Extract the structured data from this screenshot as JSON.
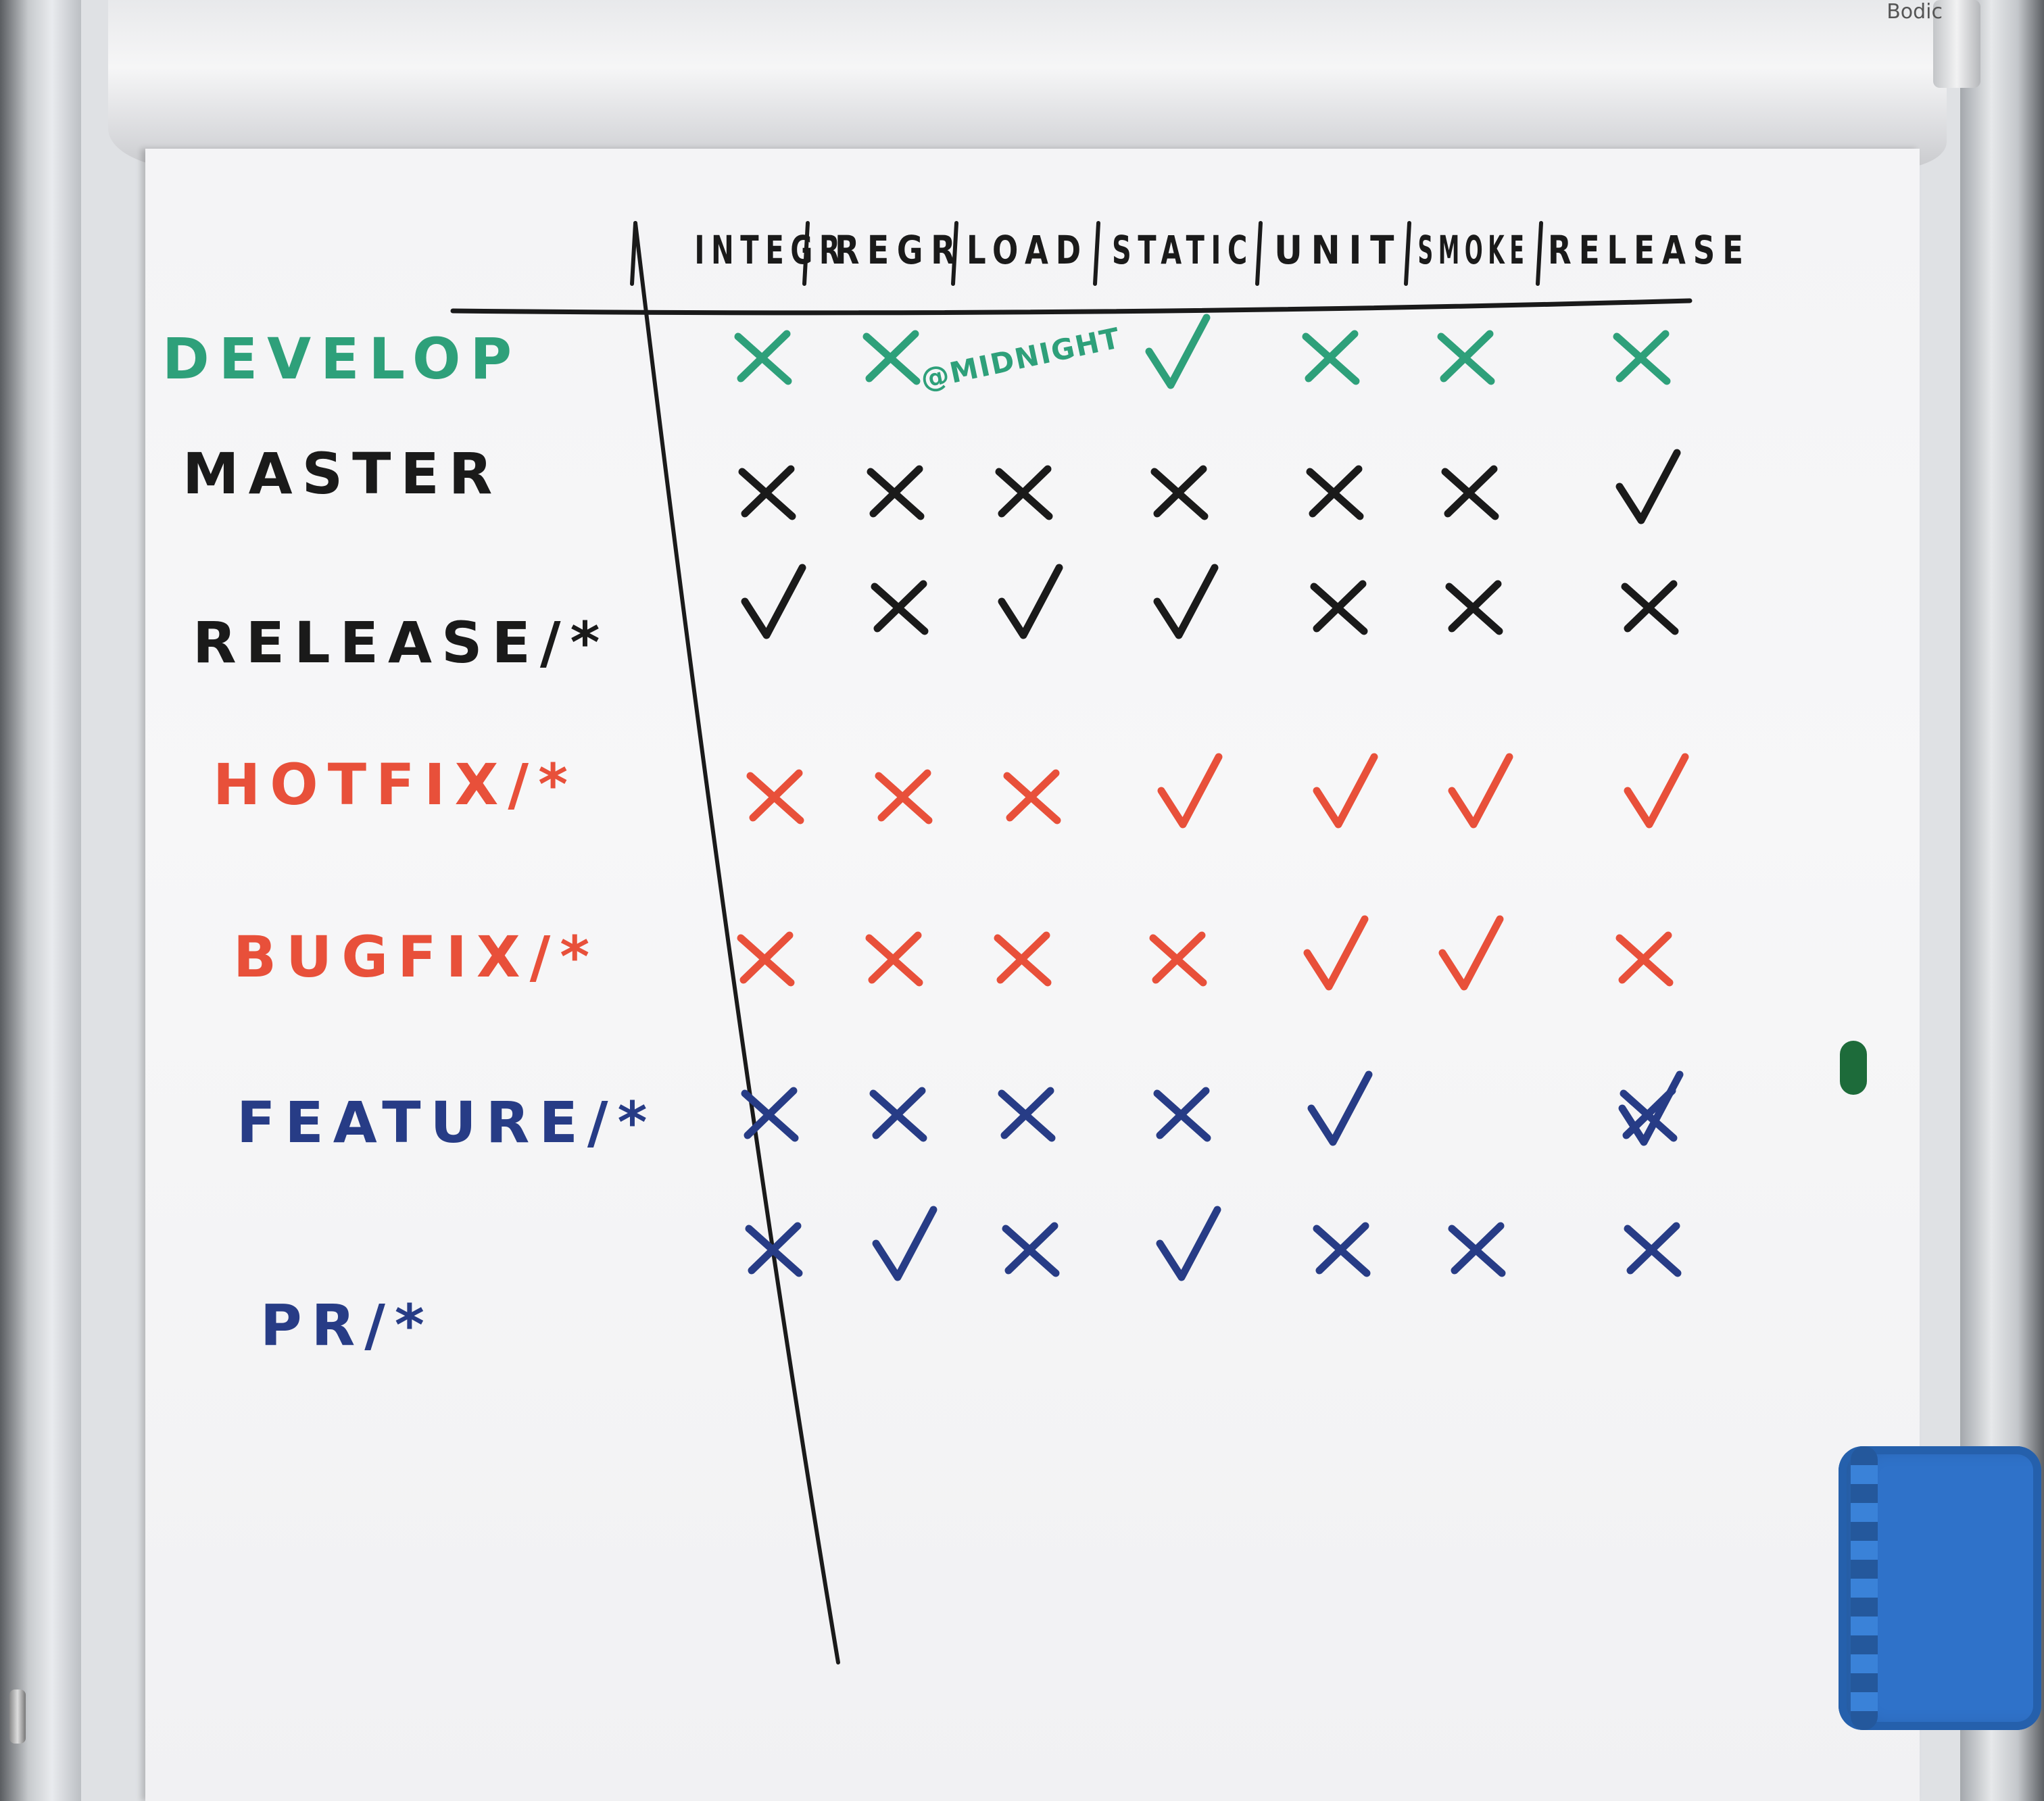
{
  "colors": {
    "green": "#2ea07a",
    "black": "#1a1a1a",
    "red": "#e8503a",
    "blue": "#273c86"
  },
  "brand_label": "Bodic",
  "columns": [
    "INTEGR",
    "REGR",
    "LOAD",
    "STATIC",
    "UNIT",
    "SMOKE",
    "RELEASE"
  ],
  "rows": [
    {
      "branch": "DEVELOP",
      "color": "green",
      "marks": [
        "x",
        "x",
        "@MIDNIGHT",
        "check",
        "x",
        "x",
        "x"
      ]
    },
    {
      "branch": "MASTER",
      "color": "black",
      "marks": [
        "x",
        "x",
        "x",
        "x",
        "x",
        "x",
        "check"
      ]
    },
    {
      "branch": "RELEASE/*",
      "color": "black",
      "marks": [
        "check",
        "x",
        "check",
        "check",
        "x",
        "x",
        "x"
      ]
    },
    {
      "branch": "HOTFIX/*",
      "color": "red",
      "marks": [
        "x",
        "x",
        "x",
        "check",
        "check",
        "check",
        "check"
      ]
    },
    {
      "branch": "BUGFIX/*",
      "color": "red",
      "marks": [
        "x",
        "x",
        "x",
        "x",
        "check",
        "check",
        "x"
      ]
    },
    {
      "branch": "FEATURE/*",
      "color": "blue",
      "marks": [
        "x",
        "x",
        "x",
        "x",
        "check",
        "",
        "check-x"
      ]
    },
    {
      "branch": "PR/*",
      "color": "blue",
      "marks": [
        "x",
        "check",
        "x",
        "check",
        "x",
        "x",
        "x"
      ]
    }
  ]
}
